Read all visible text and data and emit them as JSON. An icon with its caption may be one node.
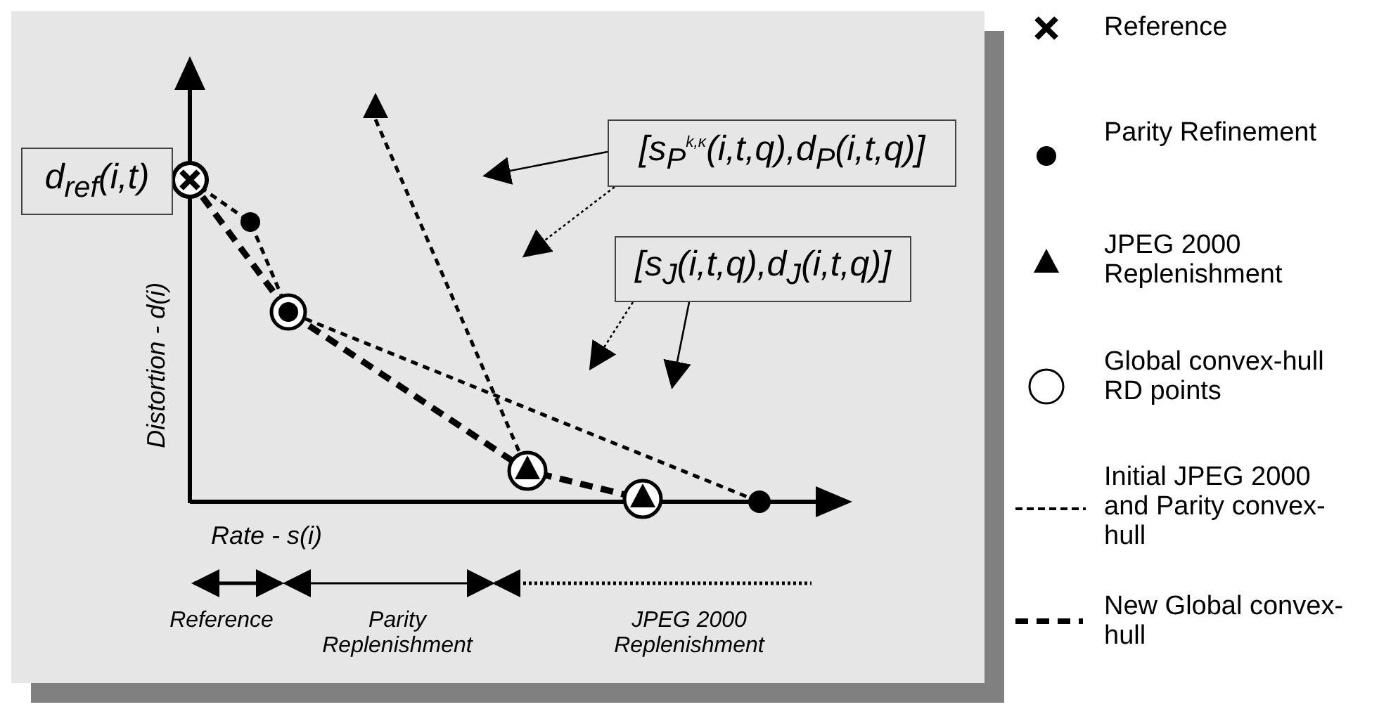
{
  "diagram": {
    "nodes": [
      {
        "text": [
          "d$_{ref}$(i,t)"
        ]
      },
      {
        "text": [
          "[s$_{P}$$^{k,κ}$(i,t,q),d$_{P}$(i,t,q)]"
        ]
      },
      {
        "text": [
          "[s$_{J}$(i,t,q),d$_{J}$(i,t,q)]"
        ]
      }
    ],
    "edges": [
      {
        "from": 1,
        "to": null,
        "arrow": "to"
      },
      {
        "from": 1,
        "to": null,
        "arrow": "to",
        "style": "dashed"
      },
      {
        "from": 2,
        "to": null,
        "arrow": "to",
        "style": "dashed"
      },
      {
        "from": 2,
        "to": null,
        "arrow": "to"
      }
    ],
    "labels": [
      "Distortion - d(i)",
      "Rate - s(i)",
      "Reference",
      "Parity Replenishment",
      "JPEG 2000 Replenishment"
    ],
    "legend": [
      {
        "text": "Reference"
      },
      {
        "text": "Parity Refinement"
      },
      {
        "text": "JPEG 2000 Replenishment"
      },
      {
        "text": "Global convex-hull RD points"
      },
      {
        "text": "Initial JPEG 2000 and Parity convex-hull"
      },
      {
        "text": "New Global convex-hull"
      }
    ]
  }
}
